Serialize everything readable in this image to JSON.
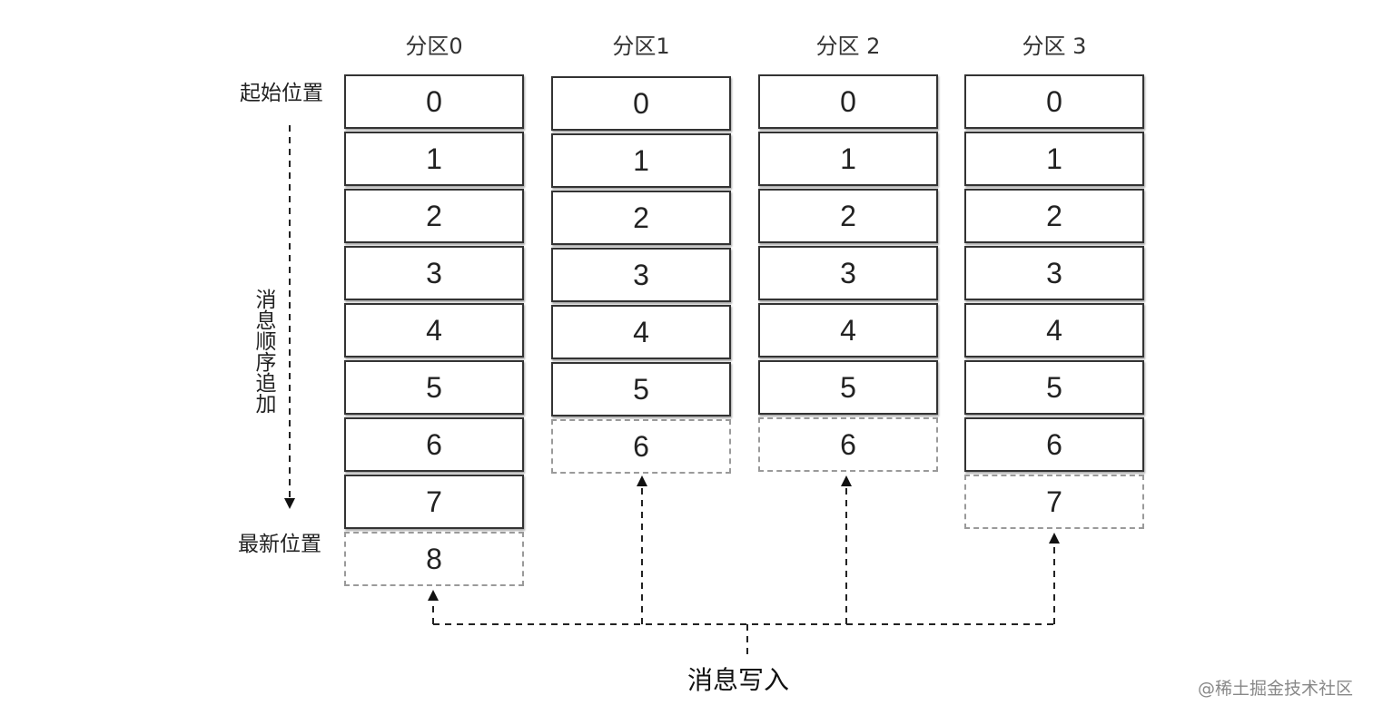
{
  "partitions": [
    {
      "title": "分区0",
      "offsets": [
        "0",
        "1",
        "2",
        "3",
        "4",
        "5",
        "6",
        "7"
      ],
      "next": "8"
    },
    {
      "title": "分区1",
      "offsets": [
        "0",
        "1",
        "2",
        "3",
        "4",
        "5"
      ],
      "next": "6"
    },
    {
      "title": "分区 2",
      "offsets": [
        "0",
        "1",
        "2",
        "3",
        "4",
        "5"
      ],
      "next": "6"
    },
    {
      "title": "分区 3",
      "offsets": [
        "0",
        "1",
        "2",
        "3",
        "4",
        "5",
        "6"
      ],
      "next": "7"
    }
  ],
  "labels": {
    "start": "起始位置",
    "latest": "最新位置",
    "append": "消息顺序追加",
    "write": "消息写入"
  },
  "watermark": "@稀土掘金技术社区"
}
